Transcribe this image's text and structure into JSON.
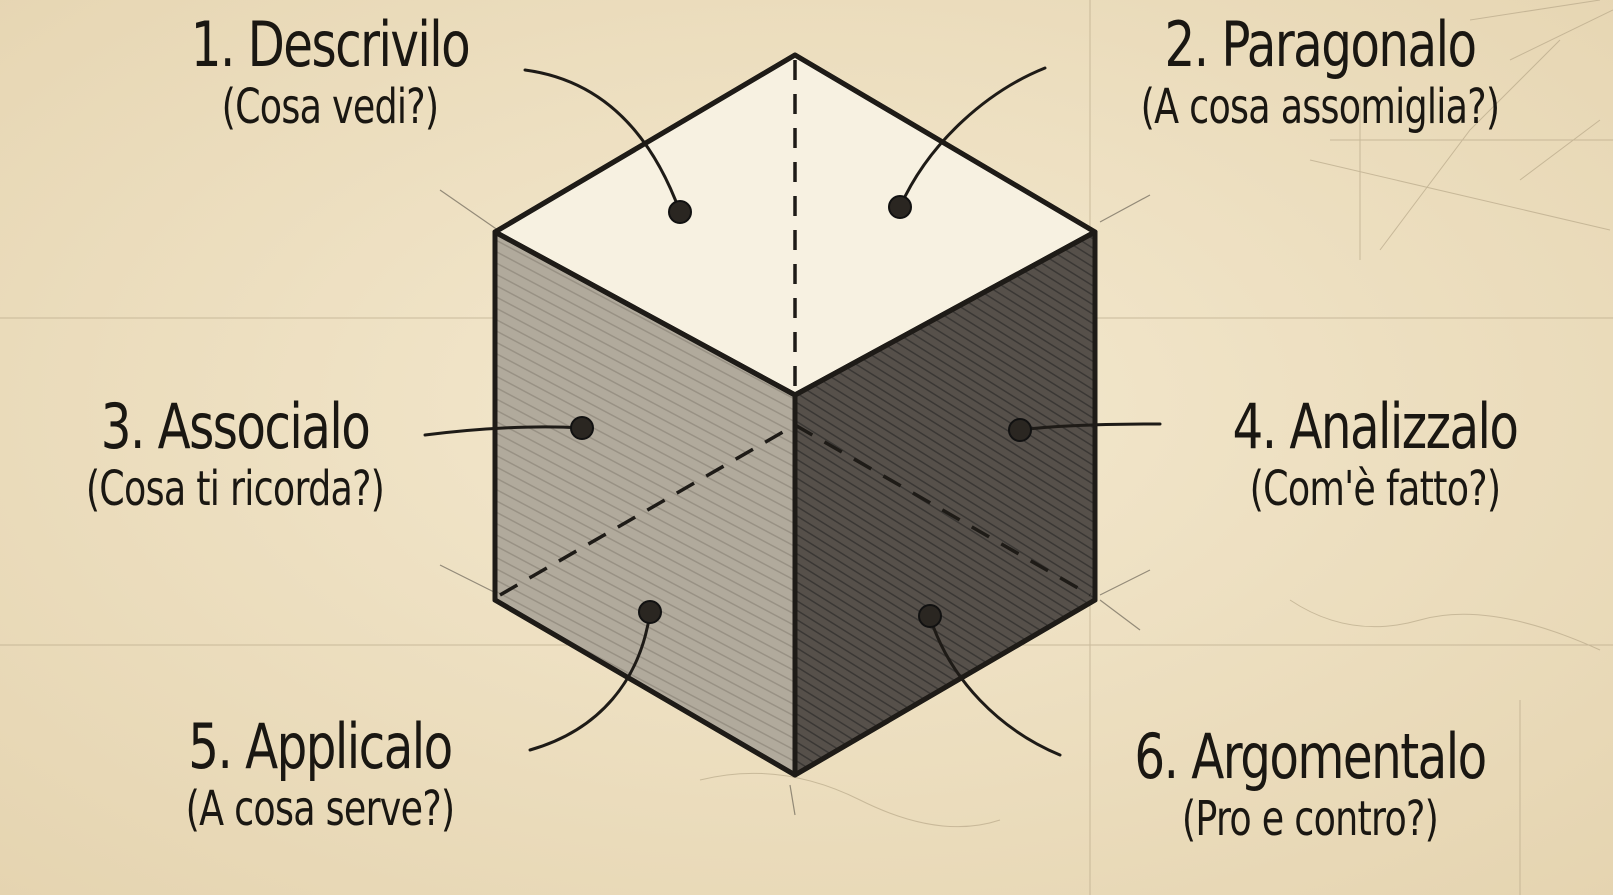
{
  "labels": [
    {
      "number": "1",
      "title": "1. Descrivilo",
      "question": "(Cosa vedi?)"
    },
    {
      "number": "2",
      "title": "2. Paragonalo",
      "question": "(A cosa assomiglia?)"
    },
    {
      "number": "3",
      "title": "3. Associalo",
      "question": "(Cosa ti ricorda?)"
    },
    {
      "number": "4",
      "title": "4. Analizzalo",
      "question": "(Com'è fatto?)"
    },
    {
      "number": "5",
      "title": "5. Applicalo",
      "question": "(A cosa serve?)"
    },
    {
      "number": "6",
      "title": "6. Argomentalo",
      "question": "(Pro e contro?)"
    }
  ],
  "colors": {
    "paper": "#efe2c4",
    "ink": "#1a1712",
    "top_face": "#f7f1e1",
    "left_face": "#a8a194",
    "right_face": "#4a4540"
  }
}
